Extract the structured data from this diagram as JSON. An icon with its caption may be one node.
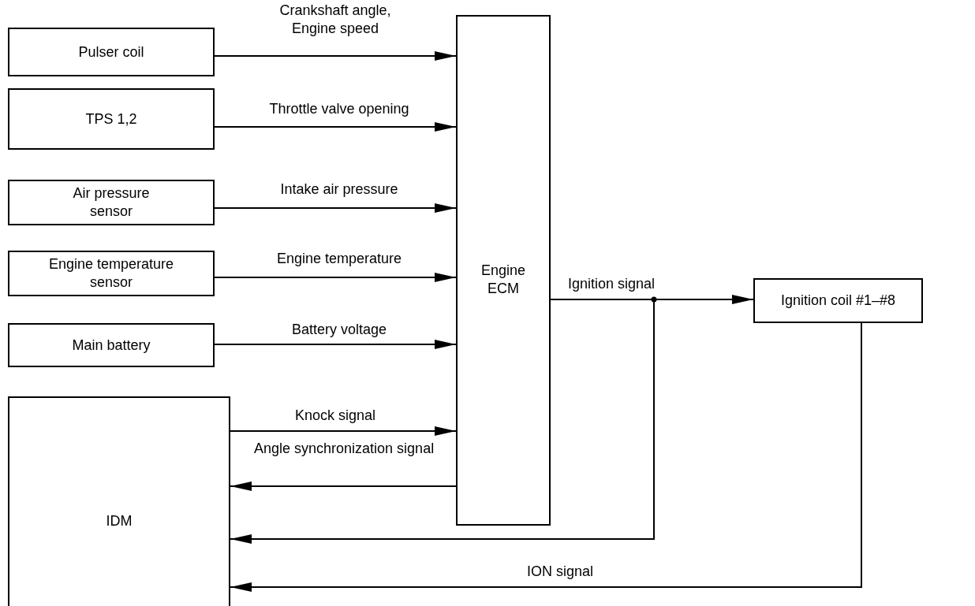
{
  "diagram": {
    "nodes": [
      {
        "text": [
          "Pulser coil"
        ]
      },
      {
        "text": [
          "TPS 1,2"
        ]
      },
      {
        "text": [
          "Air pressure sensor"
        ]
      },
      {
        "text": [
          "Engine temperature sensor"
        ]
      },
      {
        "text": [
          "Main battery"
        ]
      },
      {
        "text": [
          "IDM"
        ]
      },
      {
        "text": [
          "Engine ECM"
        ]
      },
      {
        "text": [
          "Ignition coil #1–#8"
        ]
      }
    ],
    "edges": [
      {
        "from": 0,
        "to": 6,
        "arrow": "to",
        "label": "Crankshaft angle, Engine speed"
      },
      {
        "from": 1,
        "to": 6,
        "arrow": "to",
        "label": "Throttle valve opening"
      },
      {
        "from": 2,
        "to": 6,
        "arrow": "to",
        "label": "Intake air pressure"
      },
      {
        "from": 3,
        "to": 6,
        "arrow": "to",
        "label": "Engine temperature"
      },
      {
        "from": 4,
        "to": 6,
        "arrow": "to",
        "label": "Battery voltage"
      },
      {
        "from": 5,
        "to": 6,
        "arrow": "to",
        "label": "Knock signal"
      },
      {
        "from": 6,
        "to": 5,
        "arrow": "to",
        "label": "Angle synchronization signal"
      },
      {
        "from": 6,
        "to": 7,
        "arrow": "to",
        "label": "Ignition signal"
      },
      {
        "from": 6,
        "to": 5,
        "arrow": "to"
      },
      {
        "from": 7,
        "to": 5,
        "arrow": "to",
        "label": "ION signal"
      }
    ]
  }
}
